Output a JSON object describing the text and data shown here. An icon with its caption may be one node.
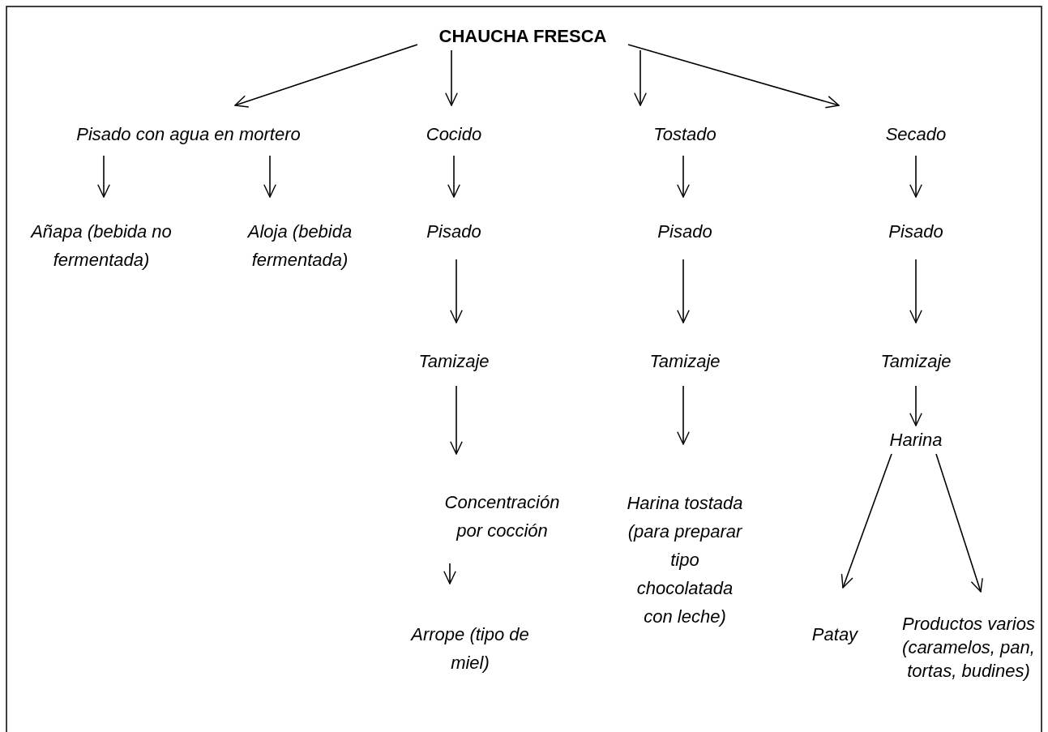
{
  "diagram": {
    "nodes": [
      {
        "text": [
          "CHAUCHA FRESCA"
        ]
      },
      {
        "text": [
          "Pisado con agua en mortero"
        ]
      },
      {
        "text": [
          "Cocido"
        ]
      },
      {
        "text": [
          "Tostado"
        ]
      },
      {
        "text": [
          "Secado"
        ]
      },
      {
        "text": [
          "Añapa (bebida no fermentada)"
        ]
      },
      {
        "text": [
          "Aloja (bebida fermentada)"
        ]
      },
      {
        "text": [
          "Pisado"
        ]
      },
      {
        "text": [
          "Pisado"
        ]
      },
      {
        "text": [
          "Pisado"
        ]
      },
      {
        "text": [
          "Tamizaje"
        ]
      },
      {
        "text": [
          "Tamizaje"
        ]
      },
      {
        "text": [
          "Tamizaje"
        ]
      },
      {
        "text": [
          "Concentración por cocción"
        ]
      },
      {
        "text": [
          "Harina tostada (para preparar tipo chocolatada con leche)"
        ]
      },
      {
        "text": [
          "Harina"
        ]
      },
      {
        "text": [
          "Arrope (tipo de miel)"
        ]
      },
      {
        "text": [
          "Patay"
        ]
      },
      {
        "text": [
          "Productos varios (caramelos, pan, tortas, budines)"
        ]
      }
    ],
    "edges": [
      {
        "from": 0,
        "to": 1,
        "arrow": "to"
      },
      {
        "from": 0,
        "to": 2,
        "arrow": "to"
      },
      {
        "from": 0,
        "to": 3,
        "arrow": "to"
      },
      {
        "from": 0,
        "to": 4,
        "arrow": "to"
      },
      {
        "from": 1,
        "to": 5,
        "arrow": "to"
      },
      {
        "from": 1,
        "to": 6,
        "arrow": "to"
      },
      {
        "from": 2,
        "to": 7,
        "arrow": "to"
      },
      {
        "from": 3,
        "to": 8,
        "arrow": "to"
      },
      {
        "from": 4,
        "to": 9,
        "arrow": "to"
      },
      {
        "from": 7,
        "to": 10,
        "arrow": "to"
      },
      {
        "from": 8,
        "to": 11,
        "arrow": "to"
      },
      {
        "from": 9,
        "to": 12,
        "arrow": "to"
      },
      {
        "from": 10,
        "to": 13,
        "arrow": "to"
      },
      {
        "from": 11,
        "to": 14,
        "arrow": "to"
      },
      {
        "from": 12,
        "to": 15,
        "arrow": "to"
      },
      {
        "from": 13,
        "to": 16,
        "arrow": "to"
      },
      {
        "from": 15,
        "to": 17,
        "arrow": "to"
      },
      {
        "from": 15,
        "to": 18,
        "arrow": "to"
      }
    ]
  }
}
